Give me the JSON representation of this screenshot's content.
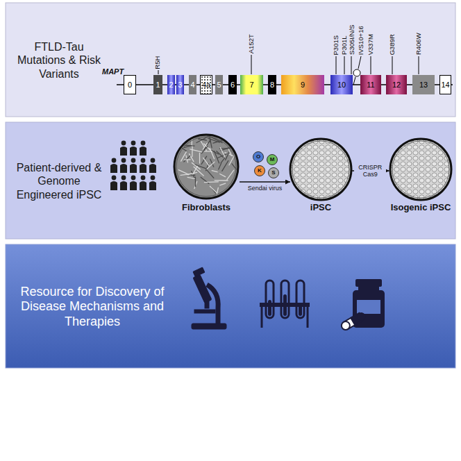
{
  "diagram": {
    "nodes": [
      {
        "text": [
          "FTLD-Tau Mutations & Risk Variants"
        ]
      },
      {
        "text": [
          "0"
        ],
        "in": 0
      },
      {
        "text": [
          "1"
        ],
        "in": 0
      },
      {
        "text": [
          "2"
        ],
        "in": 0
      },
      {
        "text": [
          "3"
        ],
        "in": 0
      },
      {
        "text": [
          "4"
        ],
        "in": 0
      },
      {
        "text": [
          "4a"
        ],
        "in": 0
      },
      {
        "text": [
          "5"
        ],
        "in": 0
      },
      {
        "text": [
          "6"
        ],
        "in": 0
      },
      {
        "text": [
          "7"
        ],
        "in": 0
      },
      {
        "text": [
          "8"
        ],
        "in": 0
      },
      {
        "text": [
          "9"
        ],
        "in": 0
      },
      {
        "text": [
          "10"
        ],
        "in": 0
      },
      {
        "text": [
          "11"
        ],
        "in": 0
      },
      {
        "text": [
          "12"
        ],
        "in": 0
      },
      {
        "text": [
          "13"
        ],
        "in": 0
      },
      {
        "text": [
          "14"
        ],
        "in": 0
      },
      {
        "text": [
          "Patient-derived & Genome Engineered iPSC"
        ]
      },
      {
        "text": [
          "Fibroblasts"
        ],
        "in": 17
      },
      {
        "text": [
          "O"
        ],
        "in": 17
      },
      {
        "text": [
          "M"
        ],
        "in": 17
      },
      {
        "text": [
          "K"
        ],
        "in": 17
      },
      {
        "text": [
          "S"
        ],
        "in": 17
      },
      {
        "text": [
          "iPSC"
        ],
        "in": 17
      },
      {
        "text": [
          "Isogenic iPSC"
        ],
        "in": 17
      },
      {
        "text": [
          "Resource for Discovery of Disease Mechanisms and Therapies"
        ]
      }
    ],
    "edges": [
      {
        "from": 18,
        "to": 23,
        "label": "Sendai virus",
        "arrow": "to"
      },
      {
        "from": 23,
        "to": 24,
        "label": "CRISPR Cas9",
        "arrow": "to"
      }
    ],
    "labels": [
      "MAPT",
      "R5H",
      "A152T",
      "P301S",
      "P301L",
      "S305I/N/S",
      "IVS10+16",
      "V337M",
      "G389R",
      "R406W"
    ]
  }
}
